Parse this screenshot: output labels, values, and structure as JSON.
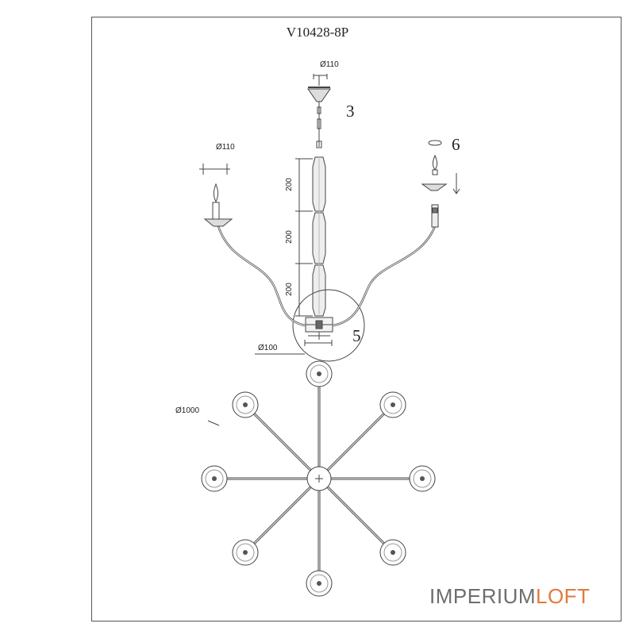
{
  "title": "V10428-8P",
  "dimensions": {
    "canopy_dia": "Ø110",
    "arm_cup_dia": "Ø110",
    "stem_segment_1": "200",
    "stem_segment_2": "200",
    "stem_segment_3": "200",
    "hub_dia": "Ø100",
    "span_dia": "Ø1000"
  },
  "steps": {
    "canopy": "3",
    "hub_detail": "5",
    "bulb": "6"
  },
  "brand": {
    "part1": "IMPERIUM",
    "part2": "LOFT",
    "accent_color": "#e07a3c",
    "gray_color": "#6e6e6e"
  },
  "plan_view": {
    "arm_count": 8
  }
}
